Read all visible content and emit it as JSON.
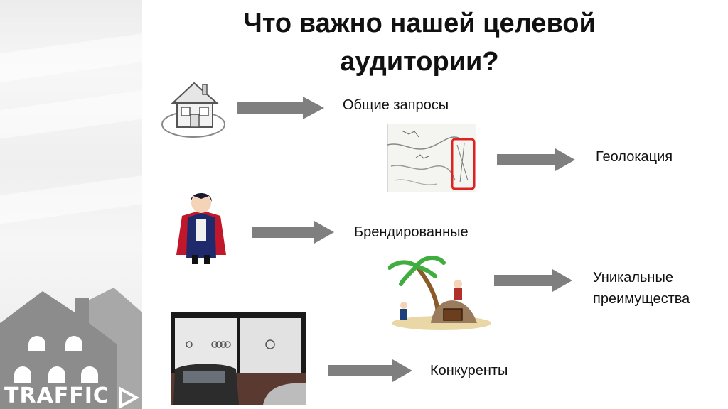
{
  "slide": {
    "title_line1": "Что важно нашей целевой",
    "title_line2": "аудитории?",
    "brand": "TRAFFIC"
  },
  "rows": [
    {
      "label": "Общие запросы",
      "icon": "house-icon"
    },
    {
      "label": "Геолокация",
      "icon": "map-icon"
    },
    {
      "label": "Брендированные",
      "icon": "dracula-icon"
    },
    {
      "label_line1": "Уникальные",
      "label_line2": "преимущества",
      "icon": "pirate-island-icon"
    },
    {
      "label": "Конкуренты",
      "icon": "billboard-photo"
    }
  ],
  "colors": {
    "arrow": "#7f7f7f",
    "title": "#111111",
    "sidebar_house": "#8c8c8c"
  }
}
